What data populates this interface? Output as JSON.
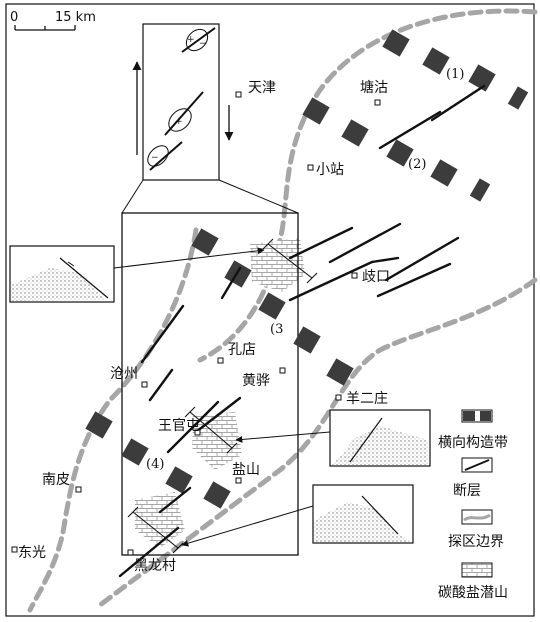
{
  "scale": {
    "zero": "0",
    "distance": "15 km"
  },
  "towns": {
    "tianjin": "天津",
    "tanggu": "塘沽",
    "xiaozhan": "小站",
    "gukou": "歧口",
    "kongdian": "孔店",
    "cangzhou": "沧州",
    "huanghua": "黄骅",
    "yangerzhuang": "羊二庄",
    "wangguantun": "王官屯",
    "yanshan": "盐山",
    "nanpi": "南皮",
    "dongguang": "东光",
    "heilongcun": "黑龙村"
  },
  "zone_numbers": {
    "z1": "(1)",
    "z2": "(2)",
    "z3": "(3",
    "z4": "(4)"
  },
  "legend": {
    "transverse_zone": "横向构造带",
    "fault": "断层",
    "boundary": "探区边界",
    "buried_hill": "碳酸盐潜山"
  },
  "colors": {
    "ink": "#111111",
    "zone_fill": "#3c3c3c",
    "boundary_gray": "#a6a6a6",
    "hill_hatch": "#8c8c8c"
  }
}
